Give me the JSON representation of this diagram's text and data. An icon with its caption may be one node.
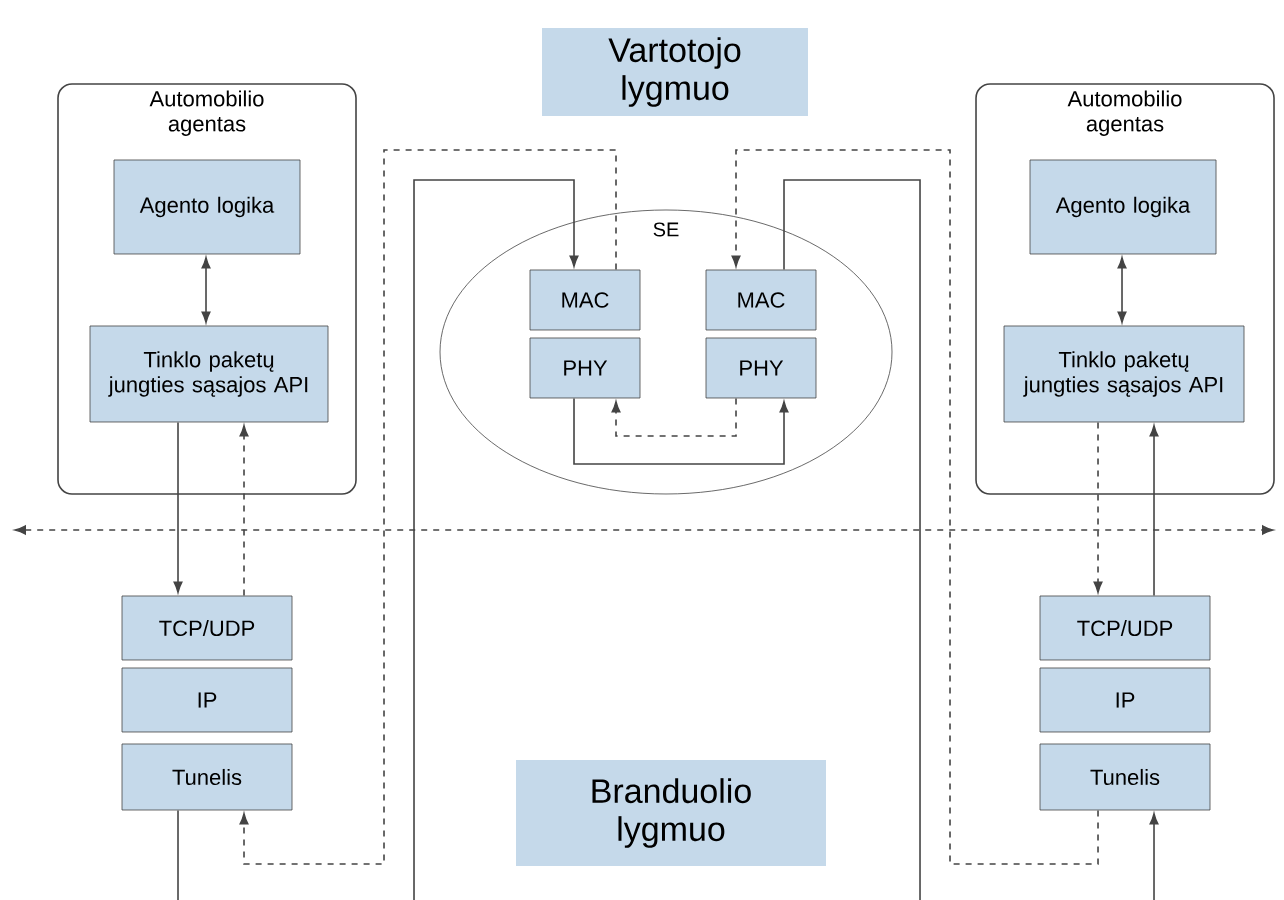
{
  "diagram": {
    "nodes": [
      {
        "text": [
          "Vartotojo lygmuo"
        ]
      },
      {
        "text": [
          "Automobilio agentas"
        ]
      },
      {
        "text": [
          "Agento logika"
        ],
        "in": 1
      },
      {
        "text": [
          "Tinklo paketų jungties sąsajos API"
        ],
        "in": 1
      },
      {
        "text": [
          "Automobilio agentas"
        ]
      },
      {
        "text": [
          "Agento logika"
        ],
        "in": 4
      },
      {
        "text": [
          "Tinklo paketų jungties sąsajos API"
        ],
        "in": 4
      },
      {
        "text": [
          "SE"
        ]
      },
      {
        "text": [
          "MAC"
        ],
        "in": 7
      },
      {
        "text": [
          "PHY"
        ],
        "in": 7
      },
      {
        "text": [
          "MAC"
        ],
        "in": 7
      },
      {
        "text": [
          "PHY"
        ],
        "in": 7
      },
      {
        "text": [
          "TCP/UDP"
        ]
      },
      {
        "text": [
          "IP"
        ]
      },
      {
        "text": [
          "Tunelis"
        ]
      },
      {
        "text": [
          "TCP/UDP"
        ]
      },
      {
        "text": [
          "IP"
        ]
      },
      {
        "text": [
          "Tunelis"
        ]
      },
      {
        "text": [
          "Branduolio lygmuo"
        ]
      }
    ],
    "edges": [
      {
        "from": 2,
        "to": 3,
        "arrow": "both"
      },
      {
        "from": 3,
        "to": 12,
        "arrow": "to"
      },
      {
        "from": 12,
        "to": 3,
        "arrow": "to",
        "style": "dashed"
      },
      {
        "from": null,
        "to": 8,
        "arrow": "to"
      },
      {
        "from": 8,
        "to": 14,
        "arrow": "to",
        "style": "dashed"
      },
      {
        "from": 14,
        "to": null,
        "arrow": "none"
      },
      {
        "from": 9,
        "to": 11,
        "arrow": "to"
      },
      {
        "from": 11,
        "to": 9,
        "arrow": "to",
        "style": "dashed"
      },
      {
        "from": 10,
        "to": null,
        "arrow": "none"
      },
      {
        "from": 17,
        "to": 10,
        "arrow": "to",
        "style": "dashed"
      },
      {
        "from": 5,
        "to": 6,
        "arrow": "both"
      },
      {
        "from": 6,
        "to": 15,
        "arrow": "to",
        "style": "dashed"
      },
      {
        "from": 15,
        "to": 6,
        "arrow": "to"
      },
      {
        "from": null,
        "to": 17,
        "arrow": "to"
      }
    ]
  }
}
